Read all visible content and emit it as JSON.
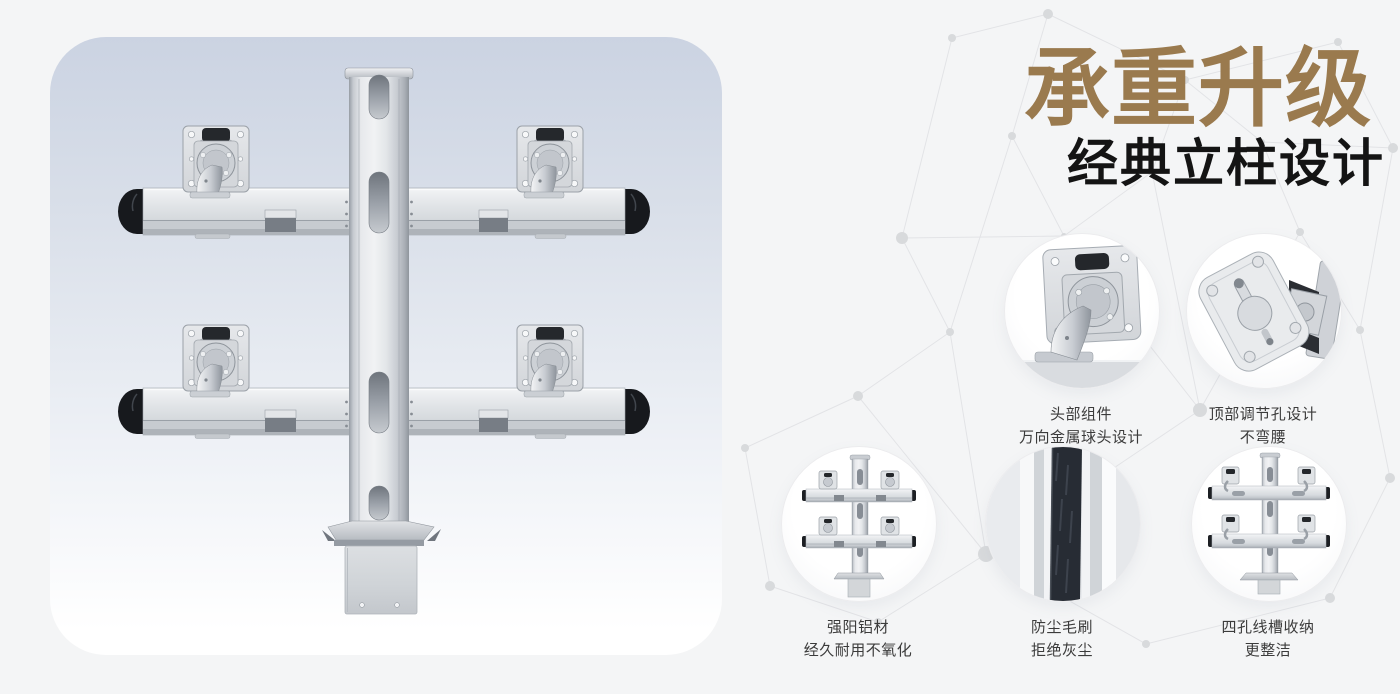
{
  "page": {
    "background": "#f4f5f6"
  },
  "heading": {
    "title": "承重升级",
    "subtitle": "经典立柱设计",
    "title_color": "#9a7a4e",
    "subtitle_color": "#141414"
  },
  "hero": {
    "image": "quad-monitor-mount-front-photo",
    "card_gradient_top": "#cbd3e2",
    "card_gradient_bottom": "#ffffff"
  },
  "features": [
    {
      "icon": "vesa-ball-head-photo",
      "line1": "头部组件",
      "line2": "万向金属球头设计"
    },
    {
      "icon": "top-adjustment-hole-photo",
      "line1": "顶部调节孔设计",
      "line2": "不弯腰"
    },
    {
      "icon": "aluminum-stand-front-photo",
      "line1": "强阳铝材",
      "line2": "经久耐用不氧化"
    },
    {
      "icon": "dust-brush-closeup-photo",
      "line1": "防尘毛刷",
      "line2": "拒绝灰尘"
    },
    {
      "icon": "cable-slot-rear-photo",
      "line1": "四孔线槽收纳",
      "line2": "更整洁"
    }
  ],
  "colors": {
    "accent_brown": "#9a7a4e",
    "caption_text": "#3b3b3b",
    "metal_silver": "#d7dade",
    "end_cap_black": "#1b1e22",
    "brush_dark": "#272c34",
    "plexus_line": "#e1e2e5",
    "plexus_dot": "#d8dadc"
  }
}
